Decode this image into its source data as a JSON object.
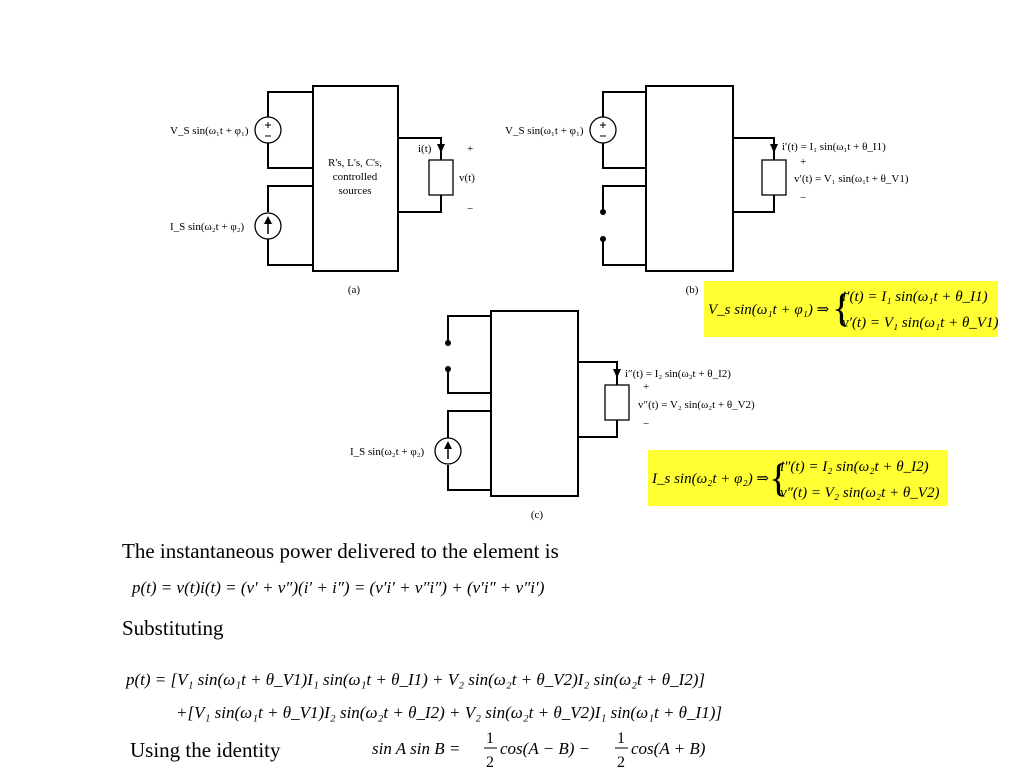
{
  "circuit_a": {
    "vs_label": "V_S sin(ω₁t + φ₁)",
    "is_label": "I_S sin(ω₂t + φ₂)",
    "box_lines": [
      "R's, L's, C's,",
      "controlled",
      "sources"
    ],
    "current_label": "i(t)",
    "plus": "+",
    "minus": "−",
    "voltage_label": "v(t)",
    "caption": "(a)"
  },
  "circuit_b": {
    "vs_label": "V_S sin(ω₁t + φ₁)",
    "current_label": "i′(t) = I₁ sin(ω₁t + θ_I1)",
    "plus": "+",
    "voltage_label": "v′(t) = V₁ sin(ω₁t + θ_V1)",
    "minus": "−",
    "caption": "(b)"
  },
  "circuit_c": {
    "current_label": "i″(t) = I₂ sin(ω₂t + θ_I2)",
    "plus": "+",
    "voltage_label": "v″(t) = V₂ sin(ω₂t + θ_V2)",
    "minus": "−",
    "is_label": "I_S sin(ω₂t + φ₂)",
    "caption": "(c)"
  },
  "box_b": {
    "source": "V_s sin(ω₁t + φ₁) ⇒",
    "line1": "i′(t) = I₁ sin(ω₁t + θ_I1)",
    "line2": "v′(t) = V₁ sin(ω₁t + θ_V1)"
  },
  "box_c": {
    "source": "I_s sin(ω₂t + φ₂) ⇒",
    "line1": "i″(t) = I₂ sin(ω₂t + θ_I2)",
    "line2": "v″(t) = V₂ sin(ω₂t + θ_V2)"
  },
  "colors": {
    "highlight": "#ffff33",
    "line": "#000000"
  },
  "text": {
    "sentence1": "The instantaneous power delivered to the element is",
    "eq1": "p(t) = v(t)i(t) = (v′ + v″)(i′ + i″) = (v′i′ + v″i″) + (v′i″ + v″i′)",
    "sentence2": "Substituting",
    "eq2_line1": "p(t) = [V₁ sin(ω₁t + θ_V1)I₁ sin(ω₁t + θ_I1) + V₂ sin(ω₂t + θ_V2)I₂ sin(ω₂t + θ_I2)]",
    "eq2_line2": "+[V₁ sin(ω₁t + θ_V1)I₂ sin(ω₂t + θ_I2) + V₂ sin(ω₂t + θ_V2)I₁ sin(ω₁t + θ_I1)]",
    "sentence3": "Using the identity",
    "identity_lhs": "sin A sin B =",
    "frac_num": "1",
    "frac_den": "2",
    "identity_term1": "cos(A − B) −",
    "identity_term2": "cos(A + B)"
  }
}
